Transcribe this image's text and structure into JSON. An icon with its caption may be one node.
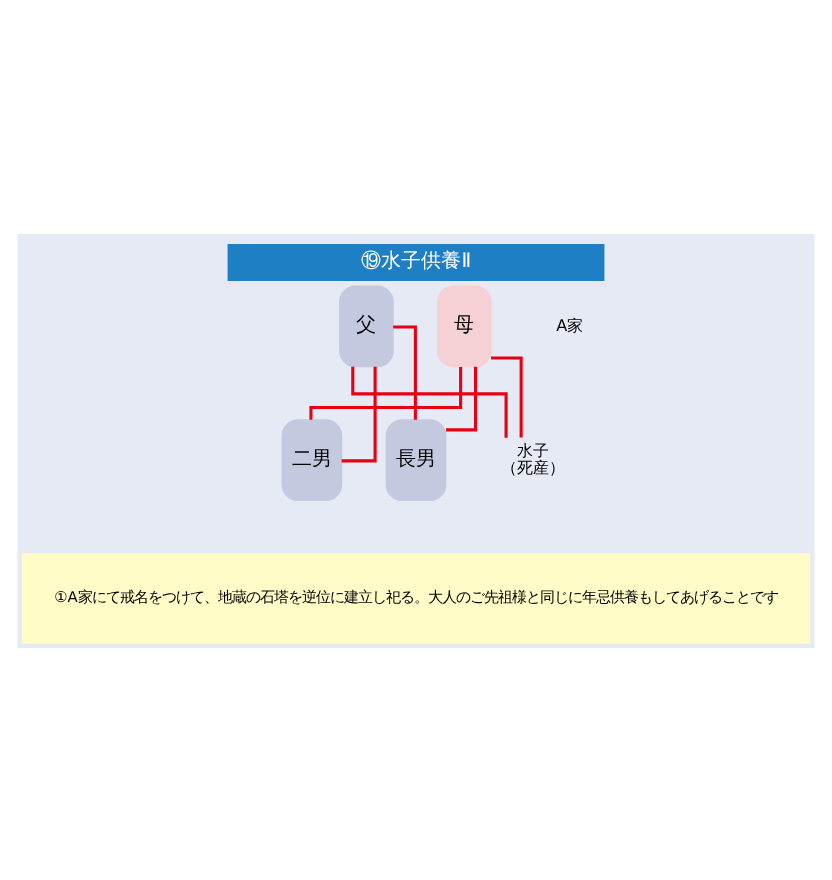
{
  "diagram": {
    "title": "⑲水子供養Ⅱ",
    "nodes": [
      {
        "text": [
          "母"
        ]
      },
      {
        "text": [
          "父"
        ]
      },
      {
        "text": [
          "二男"
        ]
      },
      {
        "text": [
          "長男"
        ]
      },
      {
        "text": [
          "水子",
          "（死産）"
        ]
      },
      {
        "text": [
          "①A家にて戒名をつけて、地蔵の石塔を逆位に建立し祀る。大人のご先祖様と同じに年忌供養もしてあげることです"
        ]
      }
    ],
    "edges": [
      {
        "from": 0,
        "to": 2,
        "arrow": "none"
      },
      {
        "from": 0,
        "to": 3,
        "arrow": "none"
      },
      {
        "from": 0,
        "to": 4,
        "arrow": "none"
      },
      {
        "from": 1,
        "to": 2,
        "arrow": "none"
      },
      {
        "from": 1,
        "to": 3,
        "arrow": "none"
      },
      {
        "from": 1,
        "to": 4,
        "arrow": "none"
      }
    ],
    "labels": [
      "A家"
    ]
  }
}
